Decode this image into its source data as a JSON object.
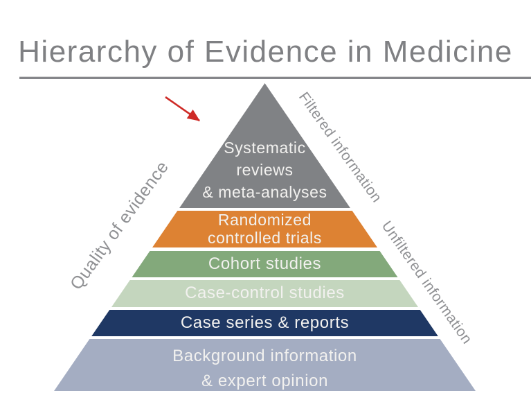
{
  "title": "Hierarchy of Evidence in Medicine",
  "colors": {
    "title_text": "#7F8083",
    "rule": "#85868A",
    "band_text": "#F2F1EF",
    "side_text": "#909194",
    "arrow": "#CE2A26"
  },
  "pyramid": {
    "description": "Pyramid of evidence quality, highest at top",
    "levels": [
      {
        "rank": 1,
        "id": "systematic-reviews-meta-analyses",
        "color": "#808285",
        "label": "Systematic reviews & meta-analyses",
        "lines": [
          "Systematic",
          "reviews",
          "& meta-analyses"
        ]
      },
      {
        "rank": 2,
        "id": "randomized-controlled-trials",
        "color": "#DD8233",
        "label": "Randomized controlled trials",
        "lines": [
          "Randomized",
          "controlled trials"
        ]
      },
      {
        "rank": 3,
        "id": "cohort-studies",
        "color": "#83A97B",
        "label": "Cohort studies",
        "lines": [
          "Cohort studies"
        ]
      },
      {
        "rank": 4,
        "id": "case-control-studies",
        "color": "#C4D6BE",
        "label": "Case-control studies",
        "lines": [
          "Case-control studies"
        ]
      },
      {
        "rank": 5,
        "id": "case-series-reports",
        "color": "#1F3864",
        "label": "Case series & reports",
        "lines": [
          "Case series & reports"
        ]
      },
      {
        "rank": 6,
        "id": "background-information-expert-opinion",
        "color": "#A4ADC2",
        "label": "Background information & expert opinion",
        "lines": [
          "Background information",
          "& expert opinion"
        ]
      }
    ]
  },
  "side_labels": {
    "quality": "Quality of evidence",
    "filtered": "Filtered information",
    "unfiltered": "Unfiltered information"
  }
}
